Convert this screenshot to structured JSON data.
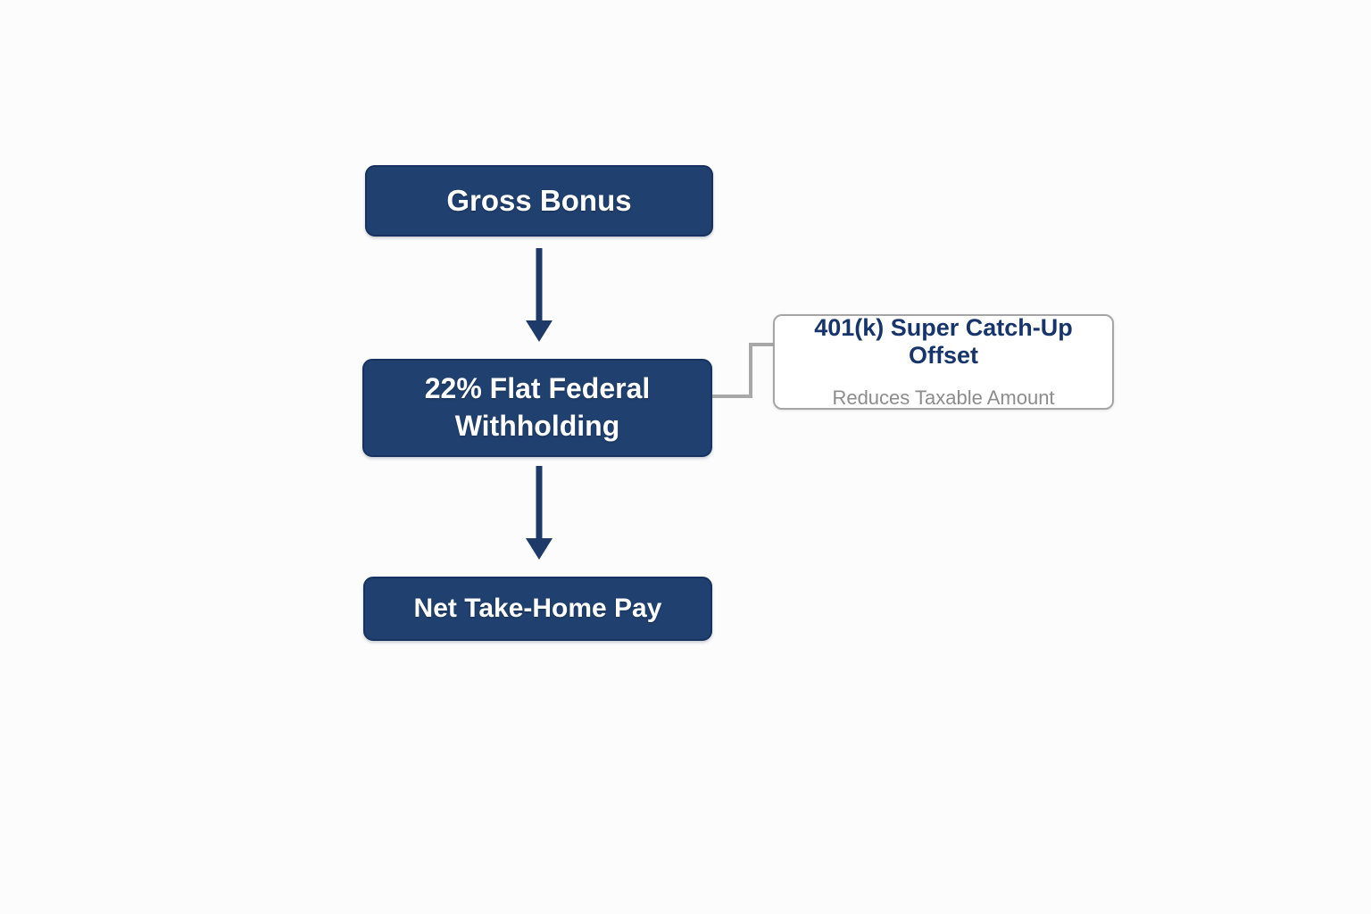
{
  "page": {
    "background": "#fcfcfc"
  },
  "flowchart": {
    "nodes": [
      {
        "id": "gross-bonus",
        "label": "Gross Bonus"
      },
      {
        "id": "federal-withholding",
        "label": "22% Flat Federal Withholding"
      },
      {
        "id": "net-take-home",
        "label": "Net Take-Home Pay"
      }
    ],
    "side_note": {
      "title": "401(k) Super Catch-Up Offset",
      "subtitle": "Reduces Taxable Amount"
    },
    "icons": [
      {
        "name": "arrow-down-icon",
        "count": 2
      },
      {
        "name": "elbow-connector-line",
        "count": 1
      }
    ],
    "colors": {
      "page_bg": "#fcfcfc",
      "node_fill": "#20406f",
      "node_border": "#17325f",
      "node_text": "#ffffff",
      "arrow": "#1e3a69",
      "connector": "#a8a8a8",
      "note_fill": "#ffffff",
      "note_border": "#a5a5a5",
      "note_title": "#17356b",
      "note_divider": "#e4e4e4",
      "note_subtitle": "#8c8c8c"
    }
  }
}
